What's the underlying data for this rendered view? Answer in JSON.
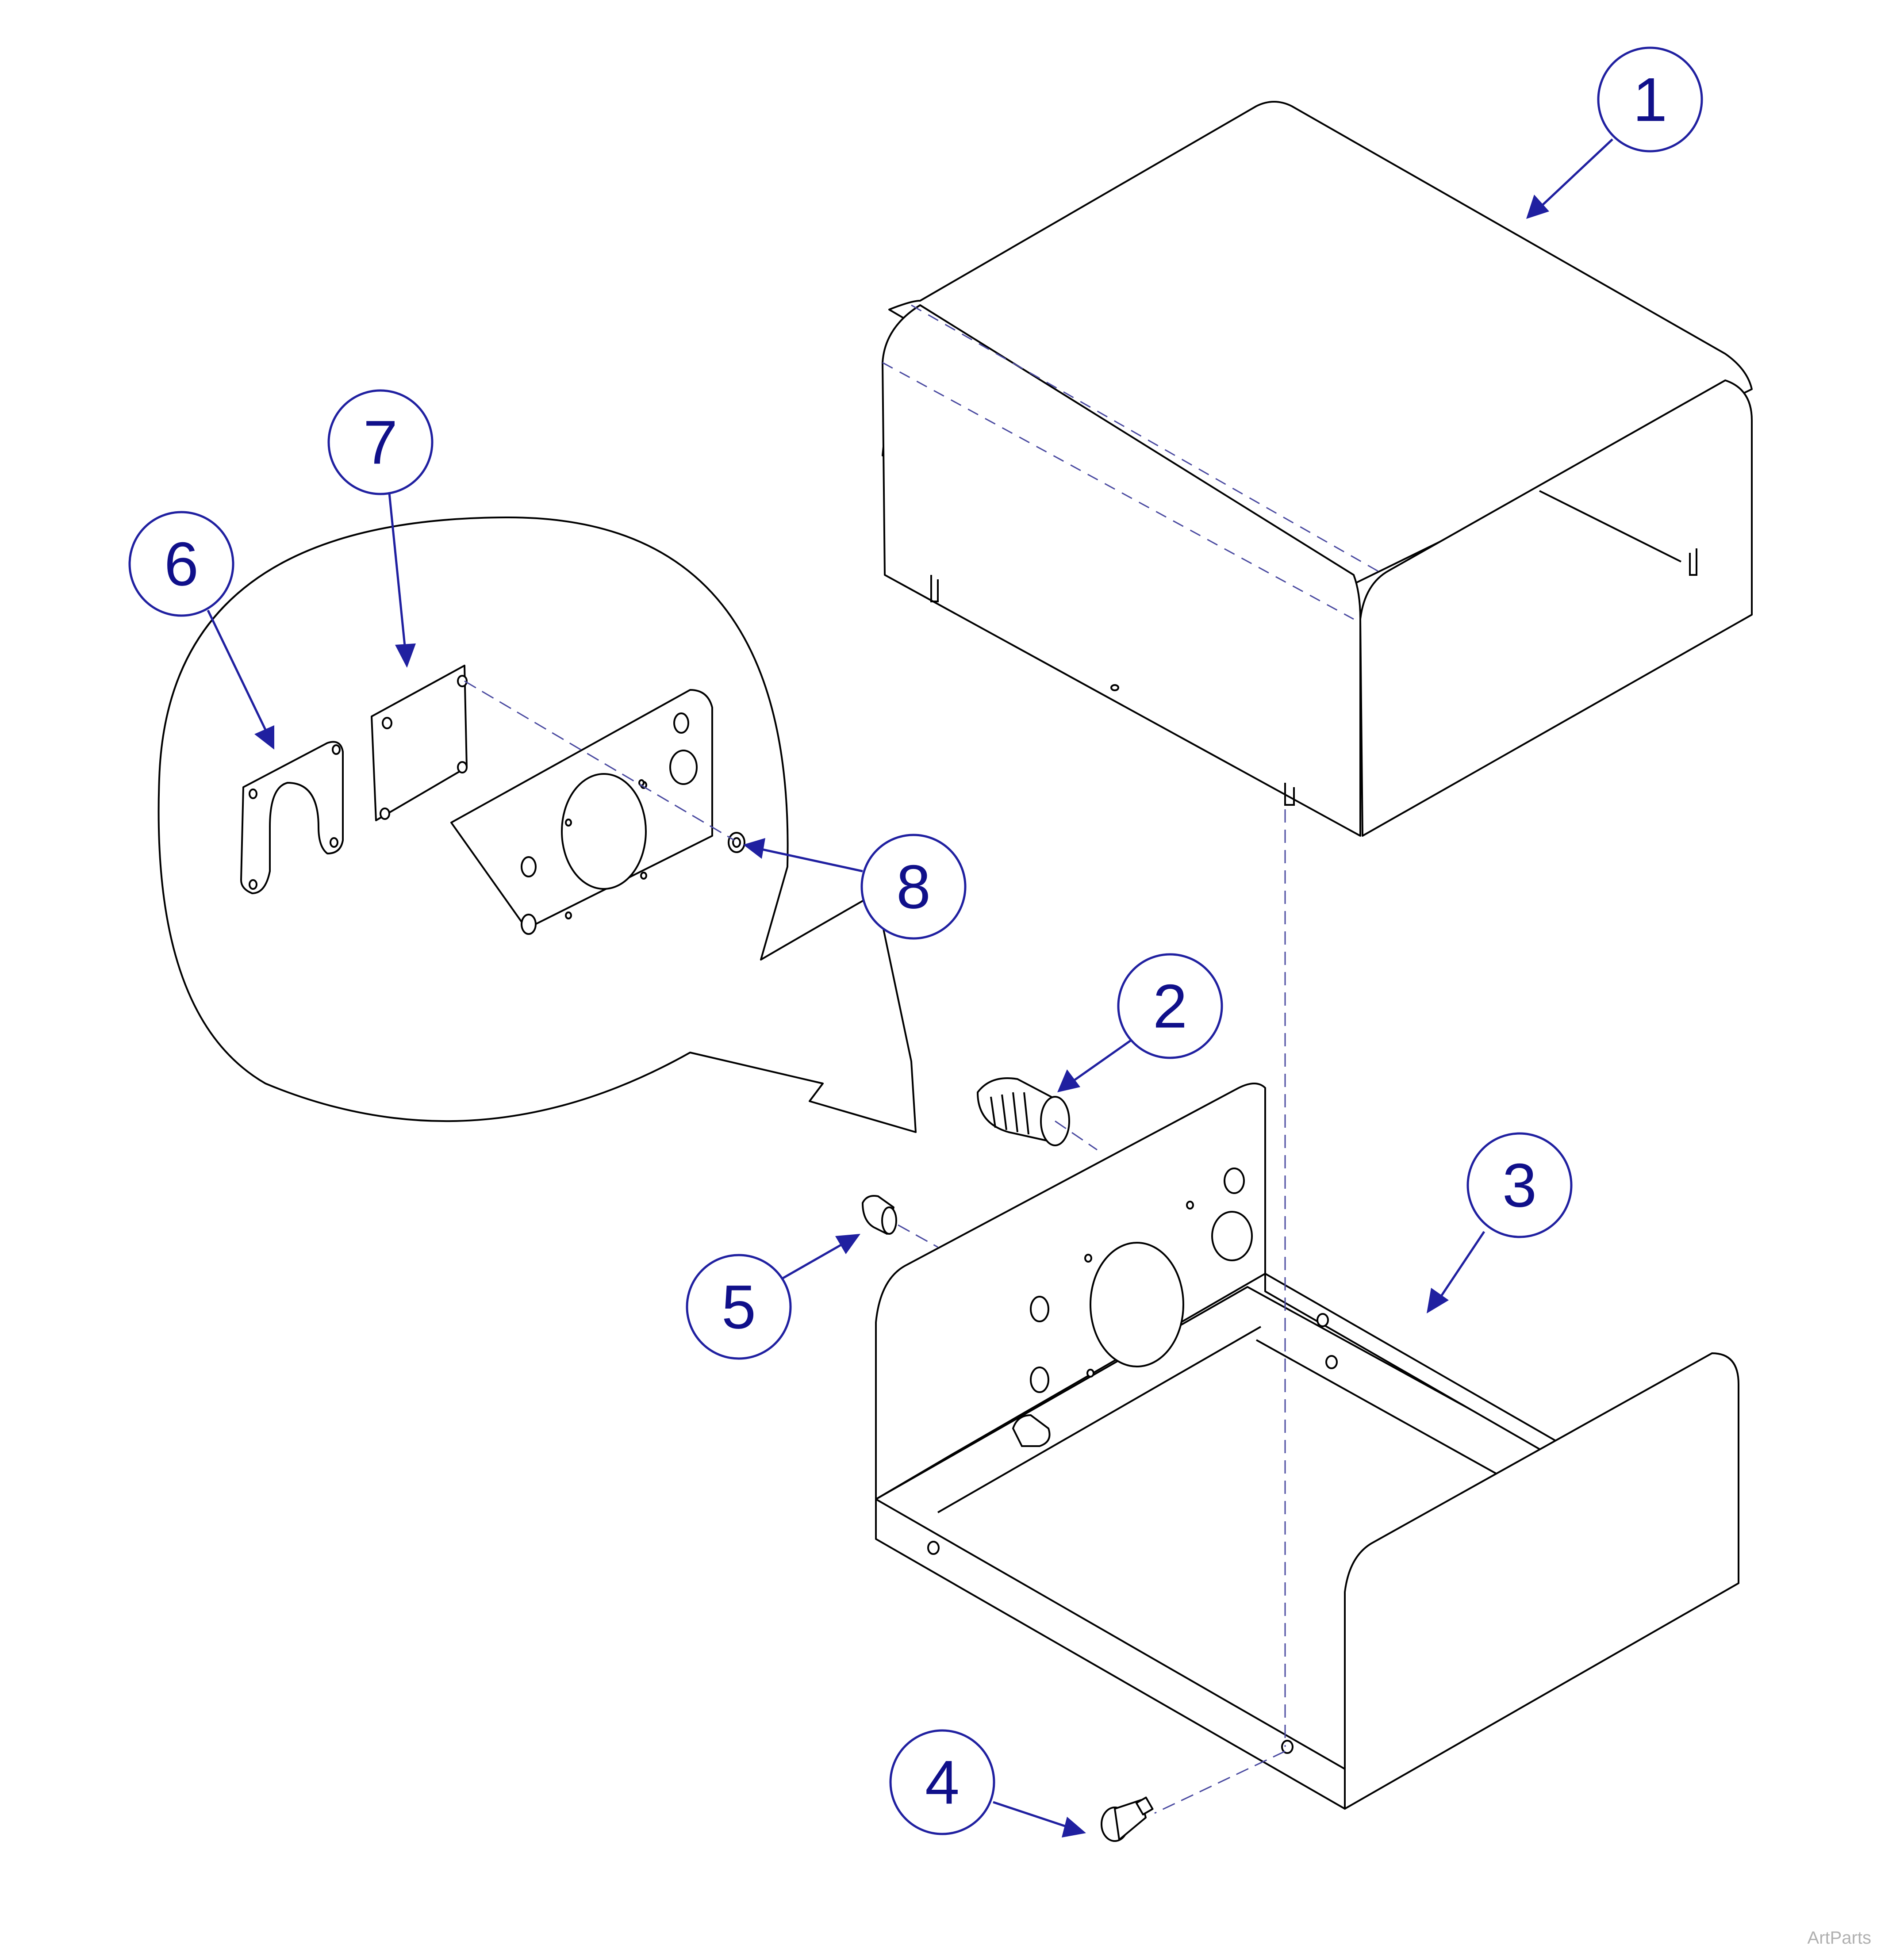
{
  "callouts": [
    {
      "id": "1",
      "label": "1"
    },
    {
      "id": "2",
      "label": "2"
    },
    {
      "id": "3",
      "label": "3"
    },
    {
      "id": "4",
      "label": "4"
    },
    {
      "id": "5",
      "label": "5"
    },
    {
      "id": "6",
      "label": "6"
    },
    {
      "id": "7",
      "label": "7"
    },
    {
      "id": "8",
      "label": "8"
    }
  ],
  "watermark": "ArtParts",
  "colors": {
    "callout": "#10108a",
    "line": "#000000",
    "dash": "#4a4aa0"
  }
}
